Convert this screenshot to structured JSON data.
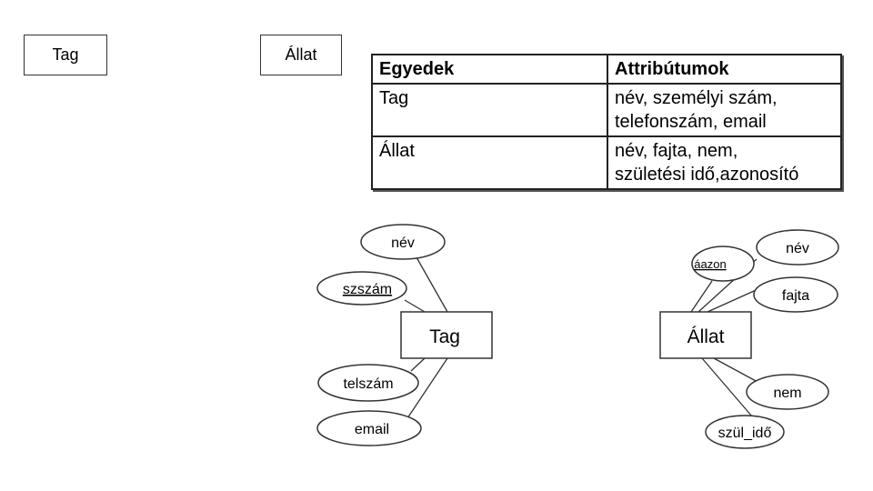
{
  "top_boxes": {
    "tag": "Tag",
    "allat": "Állat"
  },
  "table": {
    "headers": [
      "Egyedek",
      "Attribútumok"
    ],
    "rows": [
      {
        "entity": "Tag",
        "attr_line1": "név, személyi szám,",
        "attr_line2": "telefonszám, email"
      },
      {
        "entity": "Állat",
        "attr_line1": "név, fajta, nem,",
        "attr_line2": "születési idő,azonosító"
      }
    ]
  },
  "er_tag": {
    "entity": "Tag",
    "attributes": {
      "nev": "név",
      "szszam": "szszám",
      "telszam": "telszám",
      "email": "email"
    },
    "key_attribute": "szszám"
  },
  "er_allat": {
    "entity": "Állat",
    "attributes": {
      "azon": "áazon",
      "nev": "név",
      "fajta": "fajta",
      "nem": "nem",
      "szulido": "szül_idő"
    },
    "key_attribute": "áazon"
  }
}
